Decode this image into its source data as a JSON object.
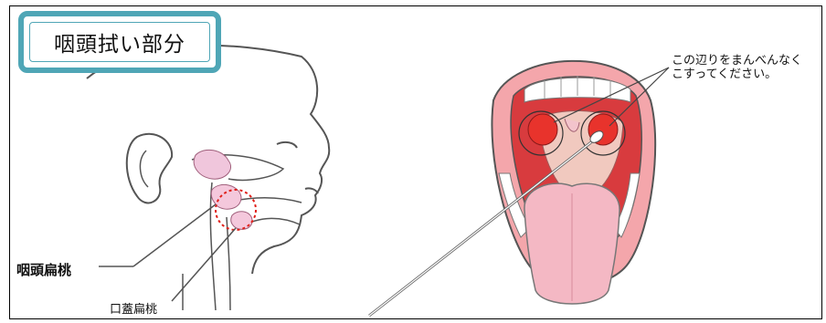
{
  "title": "咽頭拭い部分",
  "labels": {
    "pharyngeal_tonsil": "咽頭扁桃",
    "palatine_tonsil": "口蓋扁桃"
  },
  "instruction": {
    "line1": "この辺りをまんべんなく",
    "line2": "こすってください。"
  },
  "colors": {
    "frame_accent": "#4fa6b6",
    "tonsil_red": "#e8332c",
    "mouth_pink": "#f4a6ab",
    "tongue_pink": "#f4b8c4",
    "marker_red": "#e0201a"
  }
}
